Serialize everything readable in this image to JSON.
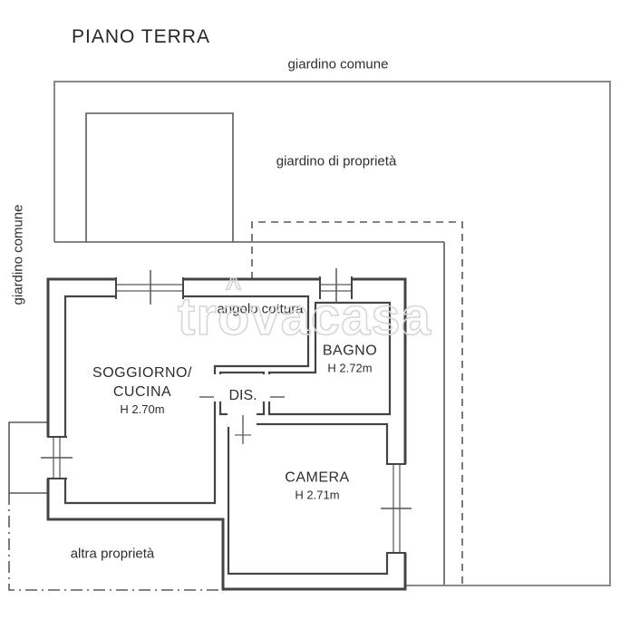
{
  "title": "PIANO TERRA",
  "labels": {
    "garden_common_top": "giardino comune",
    "garden_common_left": "giardino comune",
    "garden_private": "giardino di proprietà",
    "kitchen_corner": "angolo cottura",
    "other_property": "altra proprietà"
  },
  "rooms": {
    "soggiorno": {
      "name_line1": "SOGGIORNO/",
      "name_line2": "CUCINA",
      "height": "H 2.70m"
    },
    "bagno": {
      "name": "BAGNO",
      "height": "H 2.72m"
    },
    "dis": {
      "name": "DIS."
    },
    "camera": {
      "name": "CAMERA",
      "height": "H 2.71m"
    }
  },
  "watermark": {
    "full": "trovacasa",
    "part1": "tr",
    "part2": "o",
    "part3": "vacasa",
    "roof": "^"
  },
  "colors": {
    "wall": "#444444",
    "thin_line": "#5a5a5a",
    "plot_boundary": "#8a8a8a",
    "window_line": "#777777",
    "text": "#2e2e2e",
    "watermark": "#d7d7d7",
    "background": "#ffffff"
  }
}
